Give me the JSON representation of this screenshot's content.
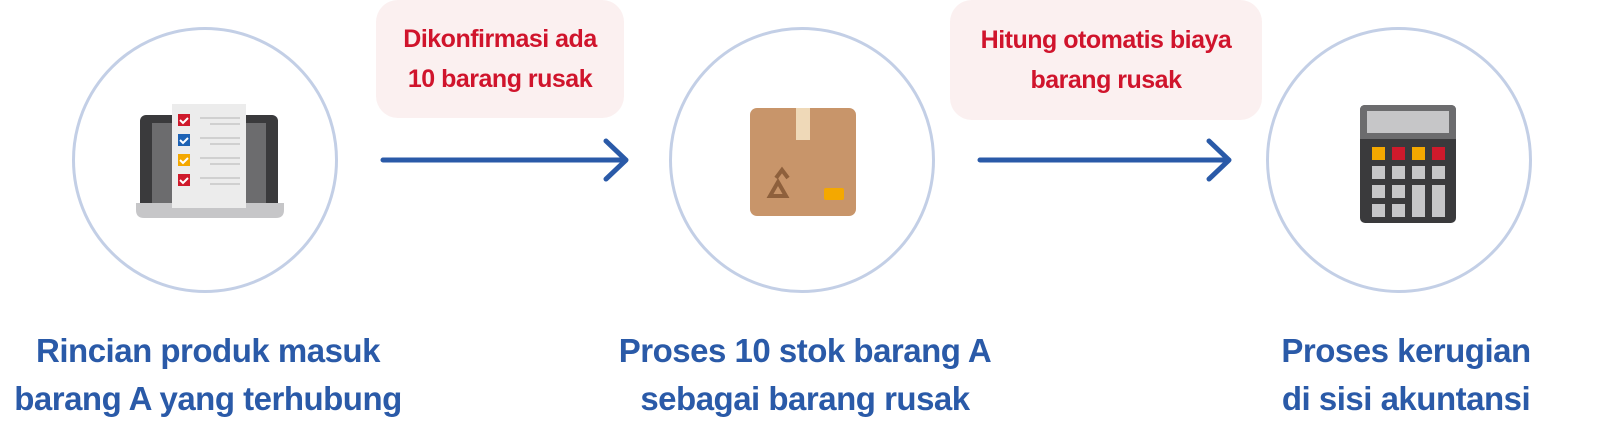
{
  "steps": [
    {
      "label_line1": "Rincian produk masuk",
      "label_line2": "barang A yang terhubung",
      "icon": "laptop-checklist-icon"
    },
    {
      "label_line1": "Proses 10 stok barang A",
      "label_line2": "sebagai barang rusak",
      "icon": "damaged-box-icon"
    },
    {
      "label_line1": "Proses kerugian",
      "label_line2": "di sisi akuntansi",
      "icon": "calculator-icon"
    }
  ],
  "transitions": [
    {
      "line1": "Dikonfirmasi ada",
      "line2": "10 barang rusak"
    },
    {
      "line1": "Hitung otomatis biaya",
      "line2": "barang rusak"
    }
  ],
  "colors": {
    "accent": "#2a5aa8",
    "note": "#d0142c",
    "note_bg": "#fbf0f0",
    "circle_border": "#c3cfe6"
  }
}
